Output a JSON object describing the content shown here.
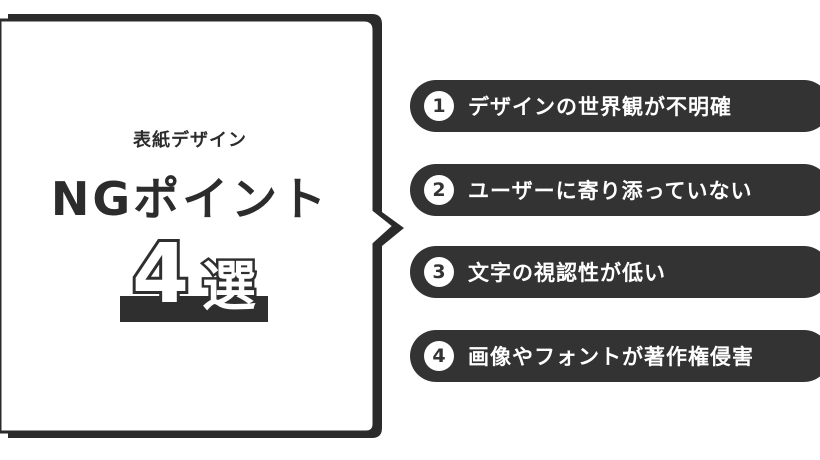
{
  "bubble": {
    "subtitle": "表紙デザイン",
    "title": "NGポイント",
    "count_number": "4",
    "count_suffix": "選"
  },
  "items": [
    {
      "number": "1",
      "label": "デザインの世界観が不明確"
    },
    {
      "number": "2",
      "label": "ユーザーに寄り添っていない"
    },
    {
      "number": "3",
      "label": "文字の視認性が低い"
    },
    {
      "number": "4",
      "label": "画像やフォントが著作権侵害"
    }
  ],
  "colors": {
    "dark": "#333333",
    "background": "#ffffff"
  }
}
